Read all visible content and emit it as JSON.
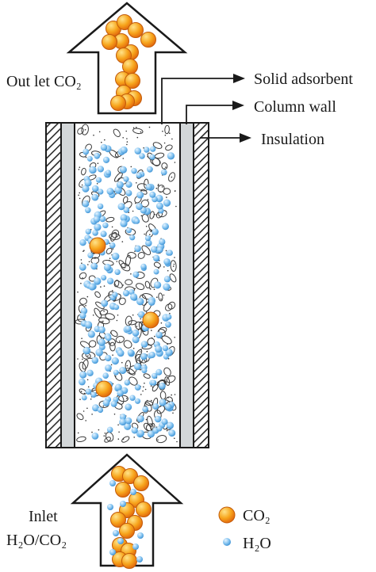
{
  "labels": {
    "outlet": "Out let CO₂",
    "solid_adsorbent": "Solid adsorbent",
    "column_wall": "Column wall",
    "insulation": "Insulation",
    "inlet_line1": "Inlet",
    "inlet_line2": "H₂O/CO₂"
  },
  "legend": {
    "co2": "CO₂",
    "h2o": "H₂O"
  },
  "colors": {
    "co2_particle": "#f39a12",
    "h2o_particle": "#5aa8e0",
    "column_wall": "#d3d7d9",
    "insulation_hatch": "#2a2a2a",
    "outline": "#1a1a1a"
  }
}
